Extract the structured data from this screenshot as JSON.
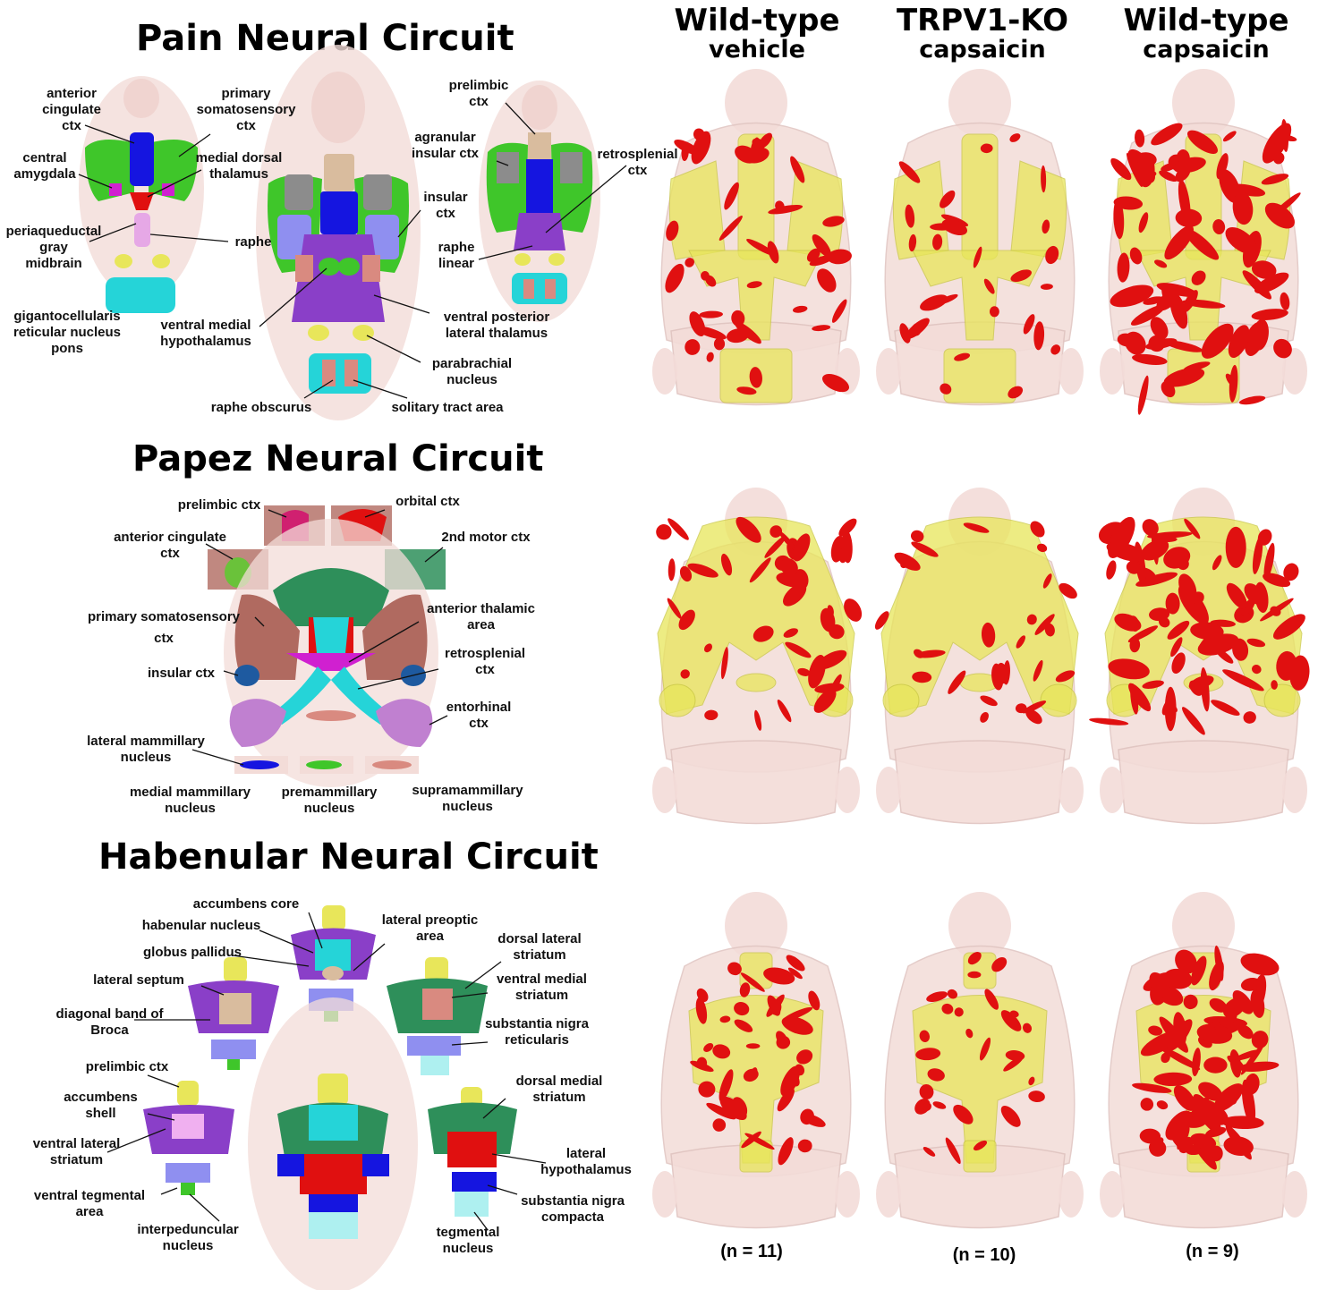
{
  "titles": {
    "pain": "Pain Neural Circuit",
    "papez": "Papez Neural Circuit",
    "habenular": "Habenular Neural Circuit"
  },
  "columns": [
    {
      "line1": "Wild-type",
      "line2": "vehicle",
      "n": "(n = 11)"
    },
    {
      "line1": "TRPV1-KO",
      "line2": "capsaicin",
      "n": "(n = 10)"
    },
    {
      "line1": "Wild-type",
      "line2": "capsaicin",
      "n": "(n = 9)"
    }
  ],
  "pain_labels": {
    "anterior_cingulate": "anterior\ncingulate\nctx",
    "primary_somatosensory": "primary\nsomatosensory\nctx",
    "central_amygdala": "central\namygdala",
    "medial_dorsal_thalamus": "medial dorsal\nthalamus",
    "periaqueductal": "periaqueductal\ngray\nmidbrain",
    "raphe": "raphe",
    "gigantocellularis": "gigantocellularis\nreticular nucleus\npons",
    "ventral_medial_hypothalamus": "ventral medial\nhypothalamus",
    "prelimbic": "prelimbic\nctx",
    "agranular_insular": "agranular\ninsular ctx",
    "retrosplenial": "retrosplenial\nctx",
    "insular": "insular\nctx",
    "raphe_linear": "raphe\nlinear",
    "ventral_posterior_lateral_thalamus": "ventral posterior\nlateral thalamus",
    "parabrachial": "parabrachial\nnucleus",
    "raphe_obscurus": "raphe obscurus",
    "solitary_tract": "solitary tract area"
  },
  "papez_labels": {
    "prelimbic": "prelimbic ctx",
    "orbital": "orbital ctx",
    "anterior_cingulate": "anterior cingulate\nctx",
    "motor2": "2nd motor ctx",
    "primary_somatosensory": "primary somatosensory\nctx",
    "anterior_thalamic": "anterior thalamic\narea",
    "insular": "insular ctx",
    "retrosplenial": "retrosplenial\nctx",
    "entorhinal": "entorhinal\nctx",
    "lateral_mammillary": "lateral mammillary\nnucleus",
    "medial_mammillary": "medial mammillary\nnucleus",
    "premammillary": "premammillary\nnucleus",
    "supramammillary": "supramammillary\nnucleus"
  },
  "habenular_labels": {
    "accumbens_core": "accumbens core",
    "habenular_nucleus": "habenular nucleus",
    "lateral_preoptic": "lateral preoptic\narea",
    "globus_pallidus": "globus pallidus",
    "dorsal_lateral_striatum": "dorsal lateral\nstriatum",
    "lateral_septum": "lateral septum",
    "ventral_medial_striatum": "ventral medial\nstriatum",
    "diagonal_band": "diagonal band of\nBroca",
    "substantia_nigra_reticularis": "substantia nigra\nreticularis",
    "prelimbic": "prelimbic ctx",
    "dorsal_medial_striatum": "dorsal medial\nstriatum",
    "accumbens_shell": "accumbens\nshell",
    "ventral_lateral_striatum": "ventral lateral\nstriatum",
    "lateral_hypothalamus": "lateral\nhypothalamus",
    "ventral_tegmental": "ventral tegmental\narea",
    "substantia_nigra_compacta": "substantia nigra\ncompacta",
    "interpeduncular": "interpeduncular\nnucleus",
    "tegmental": "tegmental\nnucleus"
  },
  "colors": {
    "brain_shell": "#f3dcd8",
    "overlay_yellow": "#e8e65a",
    "activation_red": "#e01010",
    "green": "#3fc62a",
    "blue": "#1515e0",
    "gray": "#8c8c8c",
    "tan": "#d9bc9e",
    "purple": "#8a3fc8",
    "cyan": "#25d4d8",
    "salmon": "#d98a80",
    "magenta": "#d020d0",
    "lavender": "#8f8ff0",
    "brown": "#b06a60",
    "teal": "#2e8f5a"
  },
  "activation_density": [
    0.35,
    0.15,
    0.8
  ]
}
